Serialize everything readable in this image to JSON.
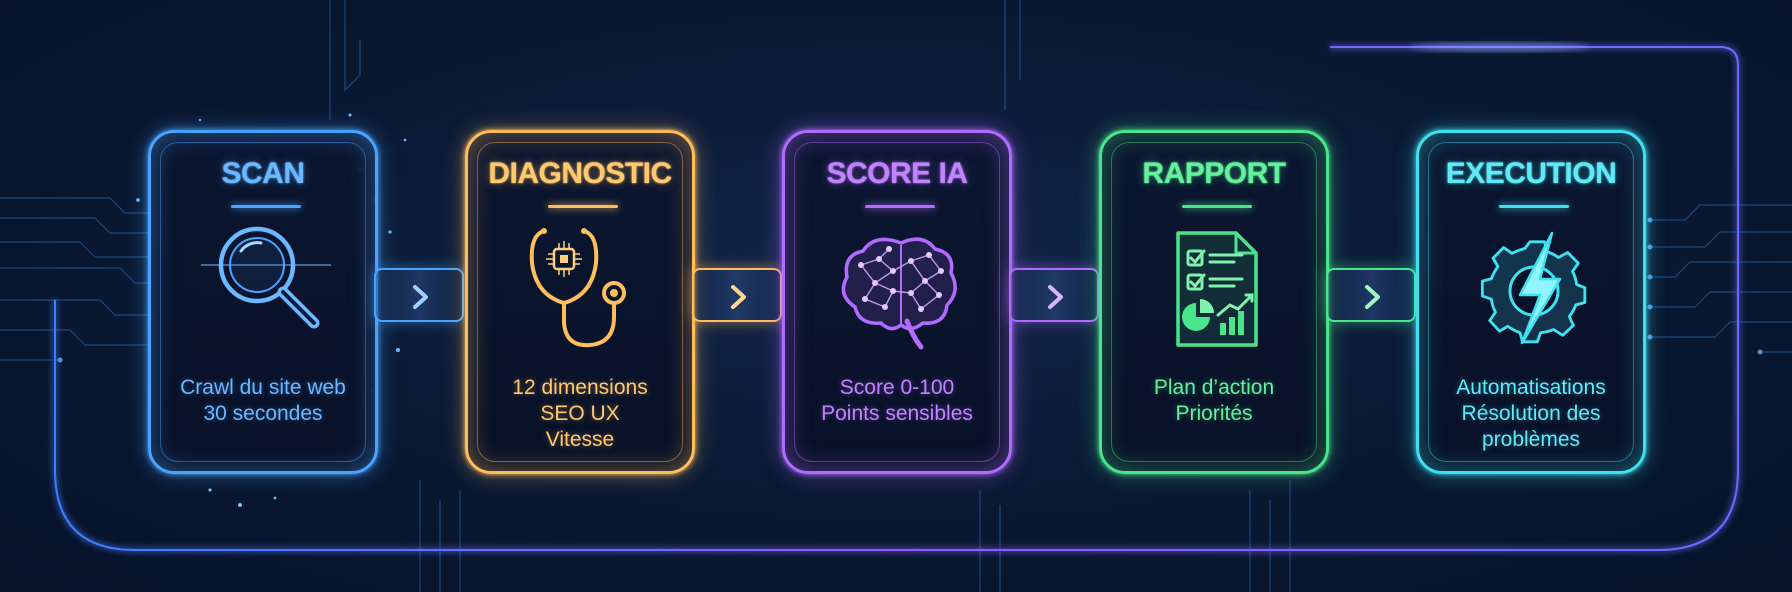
{
  "colors": {
    "background": "#0b1a36",
    "scan": "#4aa3ff",
    "diagnostic": "#ffbe5c",
    "score": "#b26bff",
    "rapport": "#48e58a",
    "execution": "#3fe0f0"
  },
  "steps": [
    {
      "title": "SCAN",
      "icon": "magnifier-icon",
      "lines": [
        "Crawl du site web",
        "30 secondes"
      ]
    },
    {
      "title": "DIAGNOSTIC",
      "icon": "stethoscope-chip-icon",
      "lines": [
        "12 dimensions",
        "SEO UX",
        "Vitesse"
      ]
    },
    {
      "title": "SCORE IA",
      "icon": "brain-network-icon",
      "lines": [
        "Score 0-100",
        "Points sensibles"
      ]
    },
    {
      "title": "RAPPORT",
      "icon": "report-checklist-icon",
      "lines": [
        "Plan d’action",
        "Priorités"
      ]
    },
    {
      "title": "EXECUTION",
      "icon": "gear-lightning-icon",
      "lines": [
        "Automatisations",
        "Résolution des",
        "problèmes"
      ]
    }
  ],
  "connectors": [
    {
      "icon": "chevron-right-icon"
    },
    {
      "icon": "chevron-right-icon"
    },
    {
      "icon": "chevron-right-icon"
    },
    {
      "icon": "chevron-right-icon"
    }
  ]
}
